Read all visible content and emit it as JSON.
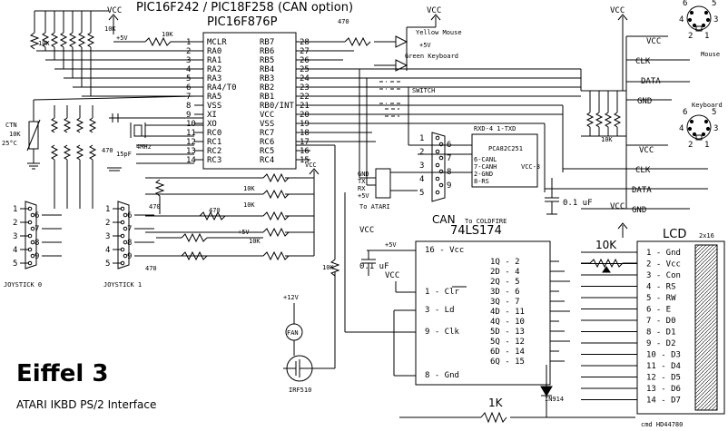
{
  "title": {
    "main": "Eiffel 3",
    "sub": "ATARI IKBD PS/2 Interface"
  },
  "header": {
    "chips": "PIC16F242  /  PIC18F258  (CAN  option)",
    "mcu": "PIC16F876P"
  },
  "supply": {
    "vcc": "VCC",
    "p5v": "+5V",
    "p12v": "+12V"
  },
  "mcu_pins_left": [
    {
      "num": "1",
      "name": "MCLR"
    },
    {
      "num": "2",
      "name": "RA0"
    },
    {
      "num": "3",
      "name": "RA1"
    },
    {
      "num": "4",
      "name": "RA2"
    },
    {
      "num": "5",
      "name": "RA3"
    },
    {
      "num": "6",
      "name": "RA4/T0"
    },
    {
      "num": "7",
      "name": "RA5"
    },
    {
      "num": "8",
      "name": "VSS"
    },
    {
      "num": "9",
      "name": "XI"
    },
    {
      "num": "10",
      "name": "XO"
    },
    {
      "num": "11",
      "name": "RC0"
    },
    {
      "num": "12",
      "name": "RC1"
    },
    {
      "num": "13",
      "name": "RC2"
    },
    {
      "num": "14",
      "name": "RC3"
    }
  ],
  "mcu_pins_right": [
    {
      "num": "28",
      "name": "RB7"
    },
    {
      "num": "27",
      "name": "RB6"
    },
    {
      "num": "26",
      "name": "RB5"
    },
    {
      "num": "25",
      "name": "RB4"
    },
    {
      "num": "24",
      "name": "RB3"
    },
    {
      "num": "23",
      "name": "RB2"
    },
    {
      "num": "22",
      "name": "RB1"
    },
    {
      "num": "21",
      "name": "RB0/INT"
    },
    {
      "num": "20",
      "name": "VCC"
    },
    {
      "num": "19",
      "name": "VSS"
    },
    {
      "num": "18",
      "name": "RC7"
    },
    {
      "num": "17",
      "name": "RC6"
    },
    {
      "num": "16",
      "name": "RC5"
    },
    {
      "num": "15",
      "name": "RC4"
    }
  ],
  "components": {
    "r10k": "10K",
    "r470": "470",
    "r1k": "1K",
    "ctn": "CTN",
    "ctn_val": "10K",
    "ctn_temp": "25°C",
    "cap15": "15pF",
    "xtal": "4MHz",
    "cap01": "0.1 uF",
    "diode": "IN914",
    "fet": "IRF510",
    "fan": "FAN",
    "led_yellow": "Yellow Mouse",
    "led_green": "Green Keyboard",
    "switch": "SWITCH"
  },
  "joysticks": [
    {
      "label": "JOYSTICK 0",
      "pins": [
        "1",
        "2",
        "3",
        "4",
        "5",
        "6",
        "7",
        "8",
        "9"
      ]
    },
    {
      "label": "JOYSTICK 1",
      "pins": [
        "1",
        "2",
        "3",
        "4",
        "5",
        "6",
        "7",
        "8",
        "9"
      ]
    }
  ],
  "atari": {
    "label": "To ATARI",
    "pins": [
      "GND",
      "TX",
      "RX",
      "+5V"
    ]
  },
  "can": {
    "label": "CAN",
    "sub": "To COLDFIRE",
    "chip": "PCA82C251",
    "top": "RXD-4  1-TXD",
    "pins": [
      "6-CANL",
      "7-CANH",
      "2-GND",
      "8-RS"
    ],
    "vcc": "VCC-3",
    "db9": [
      "1",
      "6",
      "2",
      "7",
      "3",
      "8",
      "4",
      "9",
      "5"
    ]
  },
  "ps2": {
    "mouse": {
      "label": "Mouse",
      "signals": [
        "VCC",
        "CLK",
        "DATA",
        "GND"
      ],
      "pins": [
        "6",
        "5",
        "4",
        "3",
        "2",
        "1"
      ]
    },
    "keyboard": {
      "label": "Keyboard",
      "signals": [
        "VCC",
        "CLK",
        "DATA",
        "GND"
      ],
      "pins": [
        "6",
        "5",
        "4",
        "3",
        "2",
        "1"
      ]
    }
  },
  "ls174": {
    "name": "74LS174",
    "left": [
      "16 - Vcc",
      "1 - Clr",
      "3 - Ld",
      "9 - Clk",
      "8 - Gnd"
    ],
    "right": [
      "1Q - 2",
      "2D - 4",
      "2Q - 5",
      "3D - 6",
      "3Q - 7",
      "4D - 11",
      "4Q - 10",
      "5D - 13",
      "5Q - 12",
      "6D - 14",
      "6Q - 15"
    ]
  },
  "lcd": {
    "name": "LCD",
    "size": "2x16",
    "model": "cmd HD44780",
    "pins": [
      "1 - Gnd",
      "2 - Vcc",
      "3 - Con",
      "4 - RS",
      "5 - RW",
      "6 - E",
      "7 - D0",
      "8 - D1",
      "9 - D2",
      "10 - D3",
      "11 - D4",
      "12 - D5",
      "13 - D6",
      "14 - D7"
    ]
  }
}
